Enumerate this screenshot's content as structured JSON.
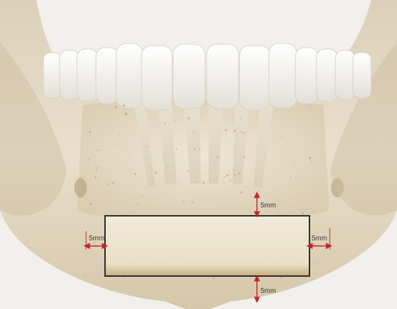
{
  "figure": {
    "labels": {
      "top": "5mm",
      "left": "5mm",
      "right": "5mm",
      "bottom": "5mm"
    },
    "colors": {
      "background": "#f2f0ec",
      "bone": "#e7dcc8",
      "bone_shadow": "#cdbd9f",
      "tooth": "#f6f4ef",
      "root": "#e9e3d2",
      "graft_outline": "#2a2a2a",
      "arrow": "#c0282d"
    }
  }
}
